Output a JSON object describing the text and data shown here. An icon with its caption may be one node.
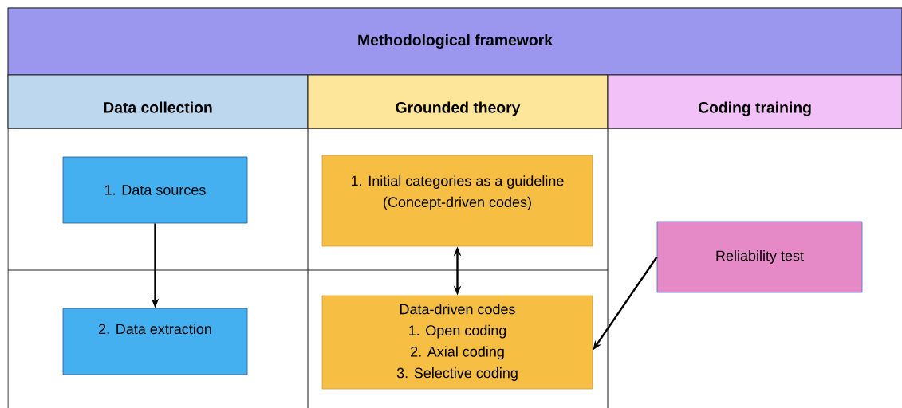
{
  "diagram": {
    "nodes": [
      {
        "text": [
          "Methodological framework"
        ]
      },
      {
        "text": [
          "Data collection"
        ]
      },
      {
        "text": [
          "Grounded theory"
        ]
      },
      {
        "text": [
          "Coding training"
        ]
      },
      {
        "text": [
          "1. Data sources"
        ]
      },
      {
        "text": [
          "1. Initial categories as a guideline",
          "(Concept-driven codes)"
        ]
      },
      {
        "text": [
          "Reliability test"
        ]
      },
      {
        "text": [
          "2. Data extraction"
        ]
      },
      {
        "text": [
          "Data-driven codes",
          "1. Open coding",
          "2. Axial coding",
          "3. Selective coding"
        ]
      }
    ],
    "edges": [
      {
        "from": 4,
        "to": 7,
        "arrow": "to"
      },
      {
        "from": 5,
        "to": 8,
        "arrow": "both"
      },
      {
        "from": 6,
        "to": 8,
        "arrow": "to"
      }
    ]
  }
}
